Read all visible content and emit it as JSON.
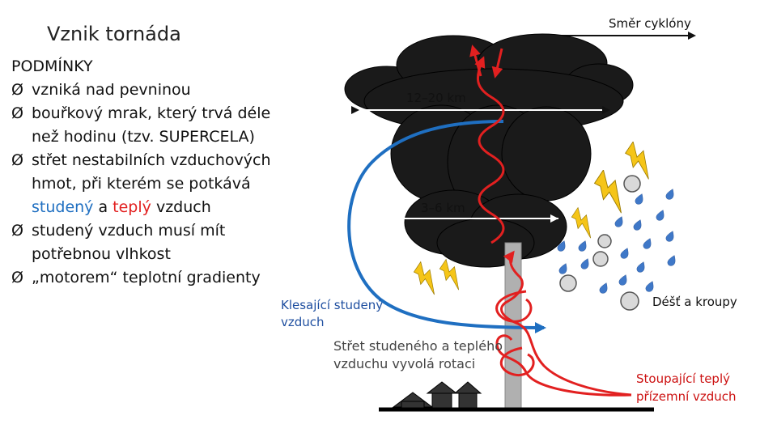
{
  "title": "Vznik tornáda",
  "conditions": {
    "heading": "PODMÍNKY",
    "bullet_marker": "Ø",
    "items": [
      {
        "parts": [
          {
            "text": "vzniká nad pevninou"
          }
        ]
      },
      {
        "parts": [
          {
            "text": "bouřkový mrak, který trvá déle než hodinu (tzv. SUPERCELA)"
          }
        ]
      },
      {
        "parts": [
          {
            "text": "střet nestabilních vzduchových hmot, při kterém se potkává "
          },
          {
            "text": "studený",
            "color": "#1f6fc1"
          },
          {
            "text": " a "
          },
          {
            "text": "teplý",
            "color": "#e22020"
          },
          {
            "text": " vzduch"
          }
        ]
      },
      {
        "parts": [
          {
            "text": "studený vzduch musí mít potřebnou vlhkost"
          }
        ]
      },
      {
        "parts": [
          {
            "text": "„motorem“ teplotní gradienty"
          }
        ]
      }
    ]
  },
  "diagram": {
    "cyclone_direction_label": "Směr cyklóny",
    "cloud_width_label": "12–20 km",
    "cloud_height_label": "3–6 km",
    "cold_air_label": "Klesající studený vzduch",
    "clash_label": "Střet studeného a teplého vzduchu vyvolá rotaci",
    "precip_label": "Déšť a kroupy",
    "warm_air_label": "Stoupající teplý přízemní vzduch",
    "colors": {
      "cold_air": "#1f6fc1",
      "warm_air": "#e22020",
      "cloud": "#1a1a1a",
      "lightning": "#f5c518",
      "rain": "#3f78c8",
      "hail": "#d9d9d9",
      "funnel": "#b0b0b0"
    }
  }
}
